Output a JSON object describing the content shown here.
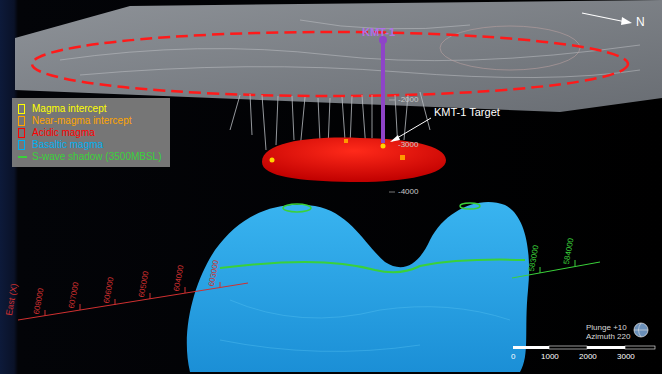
{
  "diagram": {
    "labels": [
      "KMT-1",
      "KMT-1 Target",
      "N",
      "-2000",
      "-3000",
      "-4000",
      "East (X)",
      "608000",
      "607000",
      "606000",
      "605000",
      "604000",
      "603000",
      "583000",
      "584000",
      "Plunge +10",
      "Azimuth 220",
      "0",
      "1000",
      "2000",
      "3000"
    ],
    "legend": [
      {
        "text": "Magma intercept",
        "color": "#ffff00"
      },
      {
        "text": "Near-magma intercept",
        "color": "#ffa500"
      },
      {
        "text": "Acidic magma",
        "color": "#ff0000"
      },
      {
        "text": "Basaltic magma",
        "color": "#00b0f0"
      },
      {
        "text": "S-wave shadow (3500MBSL)"
      }
    ]
  }
}
